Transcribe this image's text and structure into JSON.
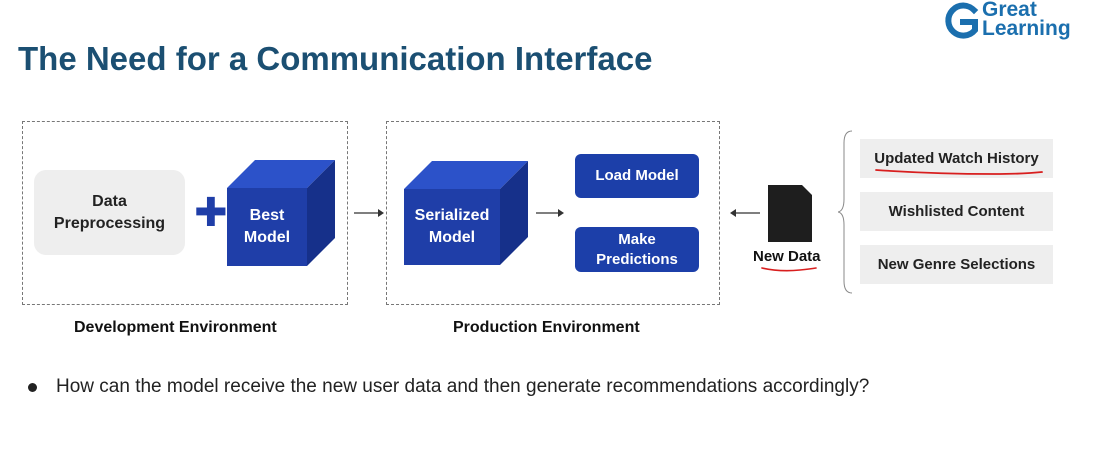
{
  "slide": {
    "title": "The Need for a Communication Interface"
  },
  "logo": {
    "line1": "Great",
    "line2": "Learning",
    "color": "#1b6fae"
  },
  "development": {
    "preprocessing_line1": "Data",
    "preprocessing_line2": "Preprocessing",
    "best_model_line1": "Best",
    "best_model_line2": "Model",
    "label": "Development Environment"
  },
  "production": {
    "serialized_line1": "Serialized",
    "serialized_line2": "Model",
    "load_model": "Load Model",
    "make_predictions_line1": "Make",
    "make_predictions_line2": "Predictions",
    "label": "Production Environment"
  },
  "new_data": {
    "label": "New Data",
    "sources": [
      "Updated Watch History",
      "Wishlisted Content",
      "New Genre Selections"
    ]
  },
  "bullets": [
    "How can the model receive the new user data and then generate recommendations accordingly?"
  ],
  "colors": {
    "title": "#1b4f72",
    "cube_front": "#1f3ea8",
    "cube_top": "#2c52c9",
    "cube_side": "#16308a",
    "button": "#1c3fa9",
    "annotation": "#d81e1e"
  }
}
